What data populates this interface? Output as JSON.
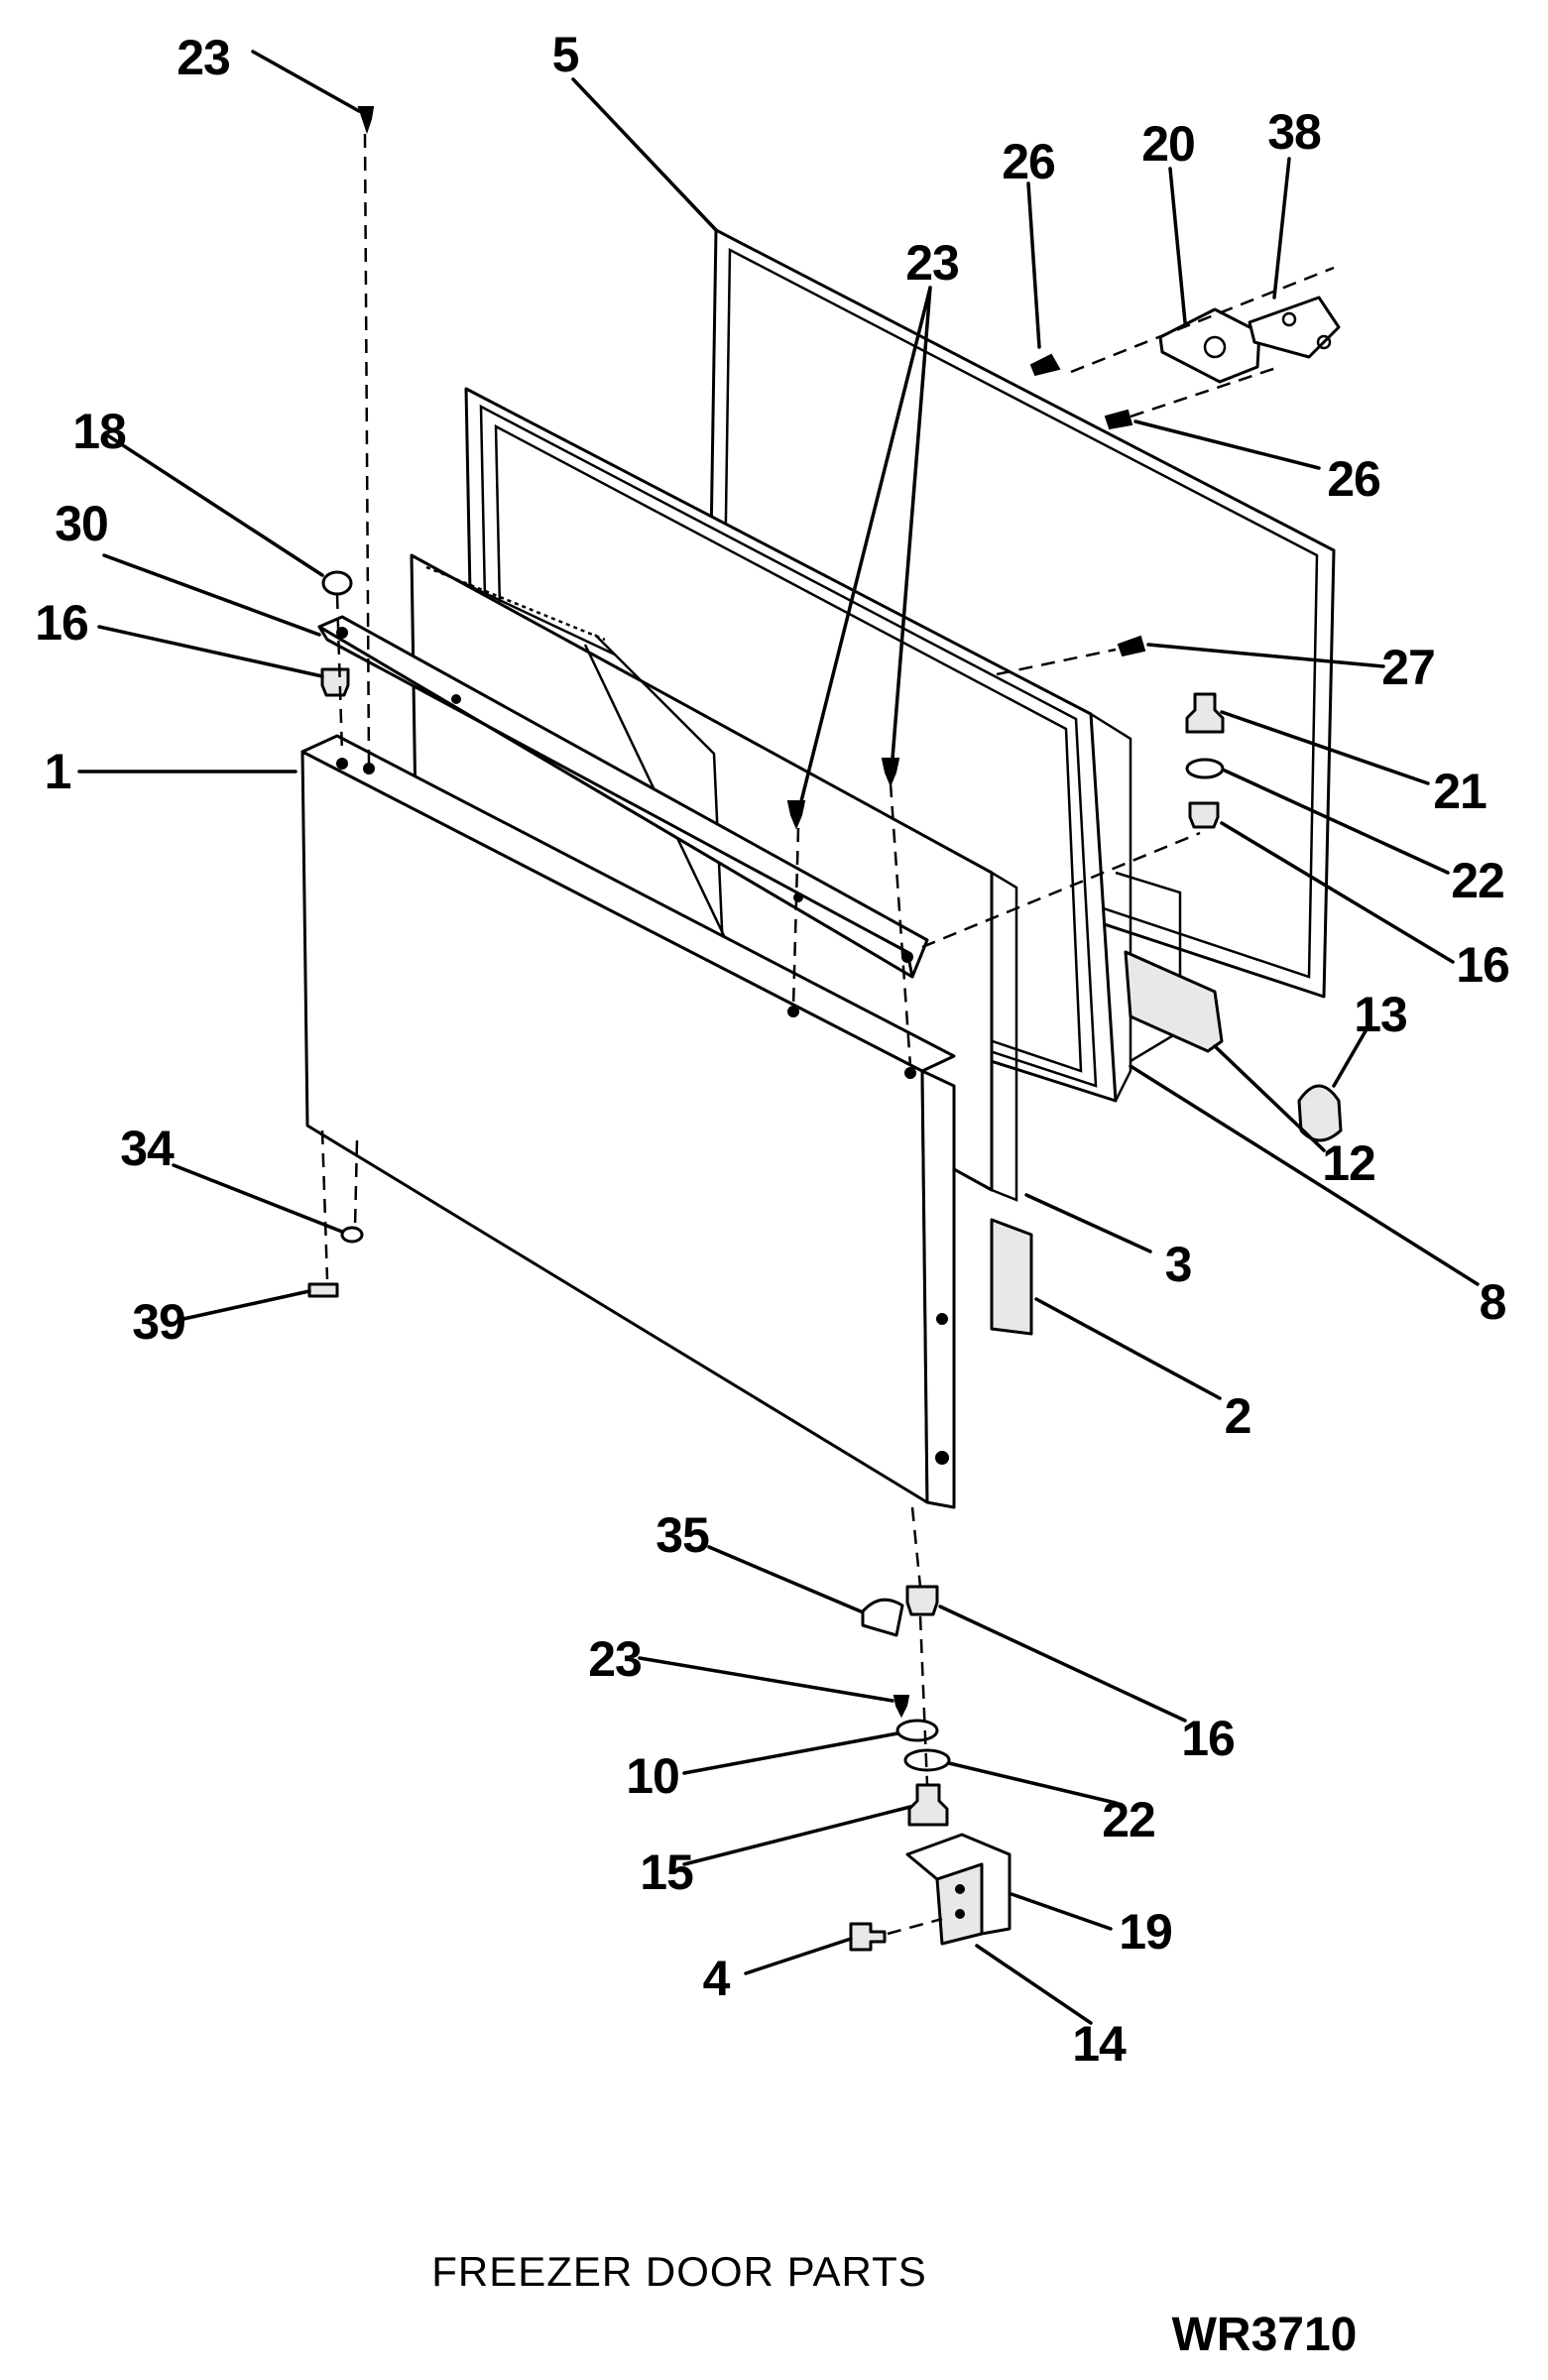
{
  "callouts": {
    "c23_top": "23",
    "c5": "5",
    "c26_top": "26",
    "c20": "20",
    "c38": "38",
    "c23_mid": "23",
    "c18": "18",
    "c26_mid": "26",
    "c30": "30",
    "c16_left": "16",
    "c27": "27",
    "c1": "1",
    "c21": "21",
    "c22_right": "22",
    "c16_right": "16",
    "c13": "13",
    "c12": "12",
    "c34": "34",
    "c3": "3",
    "c8": "8",
    "c39": "39",
    "c2": "2",
    "c35": "35",
    "c23_bottom": "23",
    "c16_bottom": "16",
    "c10": "10",
    "c22_bottom": "22",
    "c15": "15",
    "c19": "19",
    "c4": "4",
    "c14": "14"
  },
  "caption": "FREEZER DOOR PARTS",
  "drawing_code": "WR3710"
}
